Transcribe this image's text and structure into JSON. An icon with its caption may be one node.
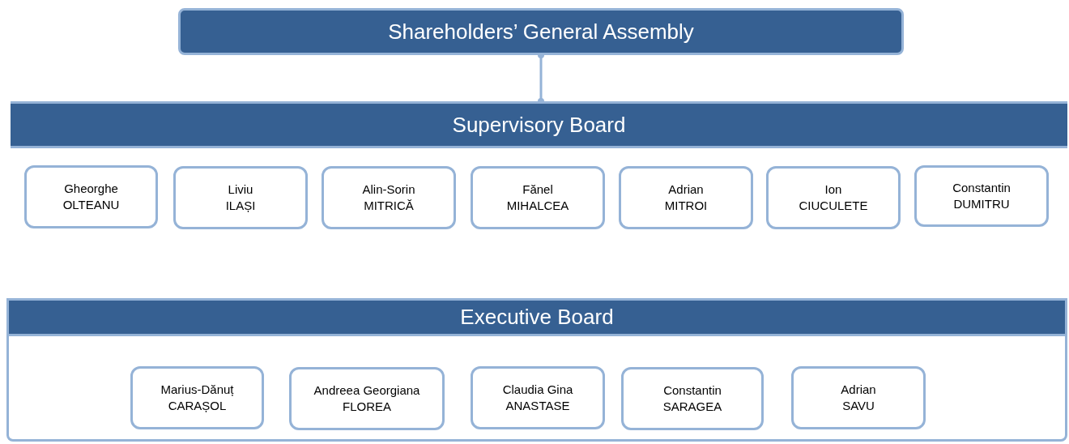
{
  "diagram": {
    "nodes": [
      {
        "text": [
          "Shareholders’ General Assembly"
        ]
      },
      {
        "text": [
          "Supervisory Board"
        ]
      },
      {
        "text": [
          "Gheorghe",
          "OLTEANU"
        ]
      },
      {
        "text": [
          "Liviu",
          "ILAȘI"
        ]
      },
      {
        "text": [
          "Alin-Sorin",
          "MITRICĂ"
        ]
      },
      {
        "text": [
          "Fănel",
          "MIHALCEA"
        ]
      },
      {
        "text": [
          "Adrian",
          "MITROI"
        ]
      },
      {
        "text": [
          "Ion",
          "CIUCULETE"
        ]
      },
      {
        "text": [
          "Constantin",
          "DUMITRU"
        ]
      },
      {
        "text": [
          "Executive Board"
        ]
      },
      {
        "text": [
          "Marius-Dănuț",
          "CARAȘOL"
        ],
        "in": 9
      },
      {
        "text": [
          "Andreea Georgiana",
          "FLOREA"
        ],
        "in": 9
      },
      {
        "text": [
          "Claudia Gina",
          "ANASTASE"
        ],
        "in": 9
      },
      {
        "text": [
          "Constantin",
          "SARAGEA"
        ],
        "in": 9
      },
      {
        "text": [
          "Adrian",
          "SAVU"
        ],
        "in": 9
      }
    ],
    "edges": [
      {
        "from": 0,
        "to": 1,
        "arrow": "other"
      }
    ]
  }
}
